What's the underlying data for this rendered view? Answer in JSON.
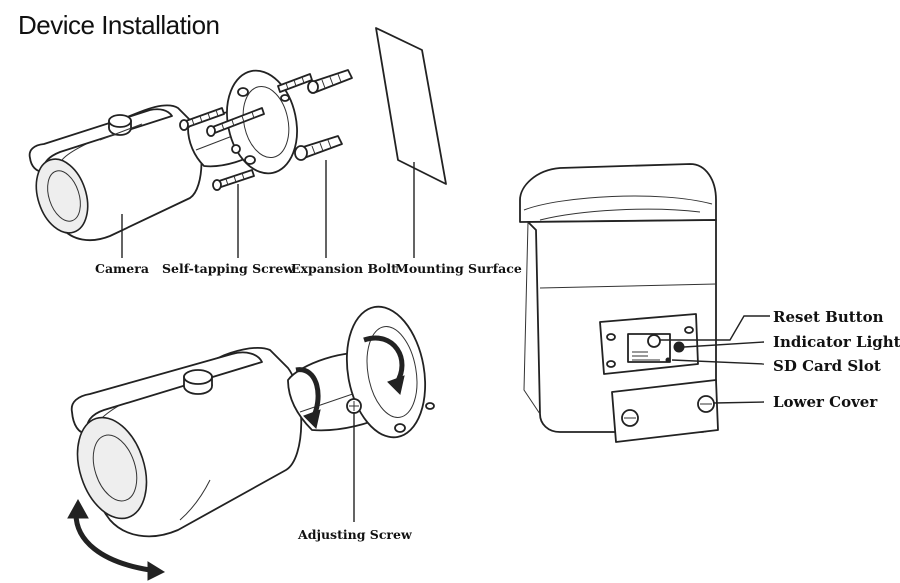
{
  "title": "Device Installation",
  "labels": {
    "camera": "Camera",
    "self_tapping_screw": "Self-tapping Screw",
    "expansion_bolt": "Expansion Bolt",
    "mounting_surface": "Mounting Surface",
    "adjusting_screw": "Adjusting Screw",
    "reset_button": "Reset Button",
    "indicator_light": "Indicator Light",
    "sd_card_slot": "SD Card Slot",
    "lower_cover": "Lower Cover"
  }
}
